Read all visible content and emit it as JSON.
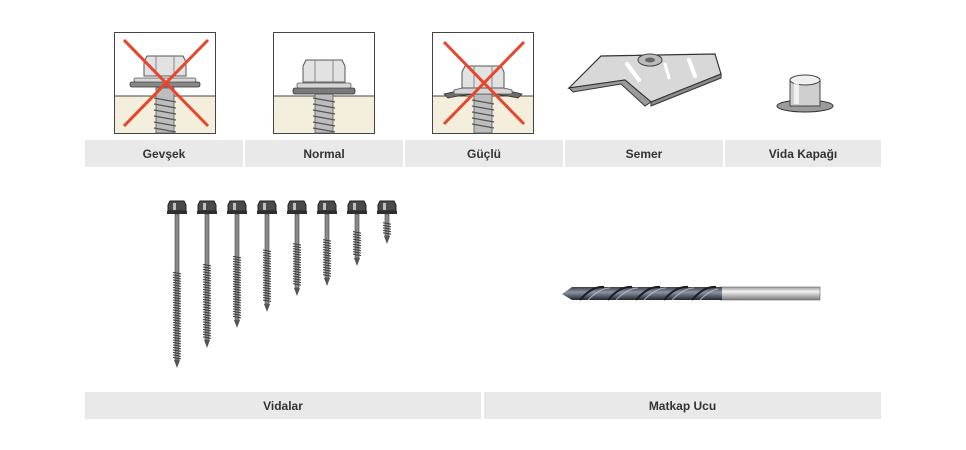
{
  "top_row": {
    "labels": [
      "Gevşek",
      "Normal",
      "Güçlü",
      "Semer",
      "Vida Kapağı"
    ]
  },
  "bottom_row": {
    "labels": [
      "Vidalar",
      "Matkap Ucu"
    ]
  },
  "colors": {
    "label_bg": "#e9e9e9",
    "cross": "#e8452c",
    "panel_fill": "#f3efdc",
    "screw_dark": "#555555"
  },
  "icons": [
    "screw-loose-icon",
    "screw-normal-icon",
    "screw-tight-icon",
    "saddle-washer-icon",
    "screw-cap-icon",
    "screws-icon",
    "drill-bit-icon"
  ]
}
